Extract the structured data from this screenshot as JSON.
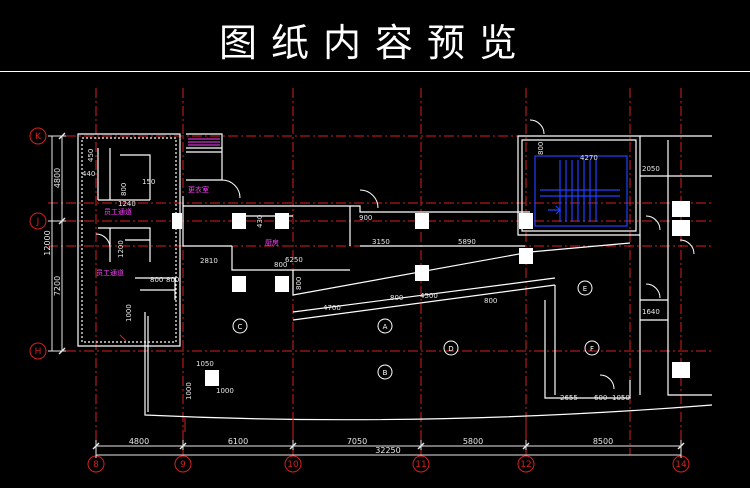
{
  "page": {
    "title": "图纸内容预览"
  },
  "axes": {
    "vertical": [
      "8",
      "9",
      "10",
      "11",
      "12",
      "14"
    ],
    "horizontal": [
      "K",
      "J",
      "H"
    ]
  },
  "dims": {
    "bottom_segments": [
      "4800",
      "6100",
      "7050",
      "5800",
      "8500"
    ],
    "bottom_total": "32250",
    "left_outer": "12000",
    "left_upper": "4800",
    "left_lower": "7200"
  },
  "labels": {
    "l450": "450",
    "l440": "440",
    "l1240": "1240",
    "l150": "150",
    "l1200": "1200",
    "l800_a": "800",
    "l800_b": "800",
    "l4270": "4270",
    "l2050": "2050",
    "l900": "900",
    "l3150": "3150",
    "l5890": "5890",
    "l2810": "2810",
    "l6250": "6250",
    "l800_c": "800",
    "l800_d": "800",
    "l4700": "4700",
    "l800_e": "800",
    "l4500": "4500",
    "l800_f": "800",
    "l1640": "1640",
    "l1050": "1050",
    "l1000_a": "1000",
    "l1000_b": "1000",
    "l2655": "2655",
    "l600": "600",
    "l1050b": "1050",
    "l800_g": "800",
    "l430": "430",
    "l800_h": "800"
  },
  "rooms": {
    "r1": "更衣室",
    "r2": "员工通道",
    "r3": "员工通道",
    "r4": "厨房"
  },
  "markers": [
    "A",
    "B",
    "C",
    "D",
    "E",
    "F"
  ],
  "colors": {
    "axis": "#d42020",
    "wall": "#ffffff",
    "dim": "#e8e8e8",
    "room_text": "#ff40ff",
    "stair": "#2040ff"
  }
}
